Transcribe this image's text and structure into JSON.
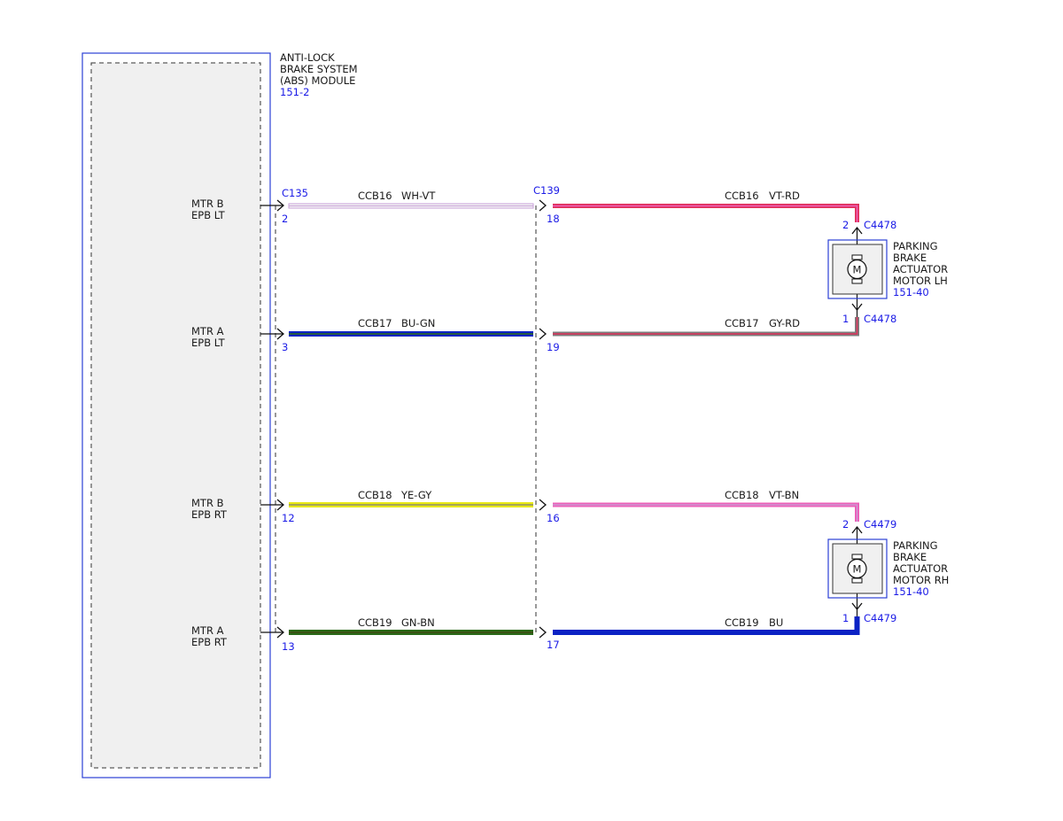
{
  "colors": {
    "frame_blue": "#2b3fd6",
    "label_blue": "#1a1ae6",
    "module_fill": "#f0f0f0",
    "WH": "#f4f4f4",
    "VT": "#c8a0d8",
    "RD": "#e0305a",
    "PK": "#ec60b8",
    "BU": "#0b22c4",
    "GN": "#2a6a18",
    "GY": "#7c7c7c",
    "YE": "#e8e812",
    "BN": "#8a5a20"
  },
  "module": {
    "name_lines": [
      "ANTI-LOCK",
      "BRAKE SYSTEM",
      "(ABS) MODULE"
    ],
    "ref": "151-2"
  },
  "connectors": {
    "module_side": "C135",
    "inline": "C139"
  },
  "circuits": [
    {
      "id": "lt-b",
      "pin_label": [
        "MTR B",
        "EPB LT"
      ],
      "module_pin": "2",
      "circuit": "CCB16",
      "color1": "WH-VT",
      "inline_pin": "18",
      "circuit2": "CCB16",
      "color2": "VT-RD"
    },
    {
      "id": "lt-a",
      "pin_label": [
        "MTR A",
        "EPB LT"
      ],
      "module_pin": "3",
      "circuit": "CCB17",
      "color1": "BU-GN",
      "inline_pin": "19",
      "circuit2": "CCB17",
      "color2": "GY-RD"
    },
    {
      "id": "rt-b",
      "pin_label": [
        "MTR B",
        "EPB RT"
      ],
      "module_pin": "12",
      "circuit": "CCB18",
      "color1": "YE-GY",
      "inline_pin": "16",
      "circuit2": "CCB18",
      "color2": "VT-BN"
    },
    {
      "id": "rt-a",
      "pin_label": [
        "MTR A",
        "EPB RT"
      ],
      "module_pin": "13",
      "circuit": "CCB19",
      "color1": "GN-BN",
      "inline_pin": "17",
      "circuit2": "CCB19",
      "color2": "BU"
    }
  ],
  "motors": [
    {
      "id": "lh",
      "name_lines": [
        "PARKING",
        "BRAKE",
        "ACTUATOR",
        "MOTOR LH"
      ],
      "ref": "151-40",
      "connector": "C4478",
      "pin_top": "2",
      "pin_bottom": "1",
      "symbol": "M"
    },
    {
      "id": "rh",
      "name_lines": [
        "PARKING",
        "BRAKE",
        "ACTUATOR",
        "MOTOR RH"
      ],
      "ref": "151-40",
      "connector": "C4479",
      "pin_top": "2",
      "pin_bottom": "1",
      "symbol": "M"
    }
  ]
}
